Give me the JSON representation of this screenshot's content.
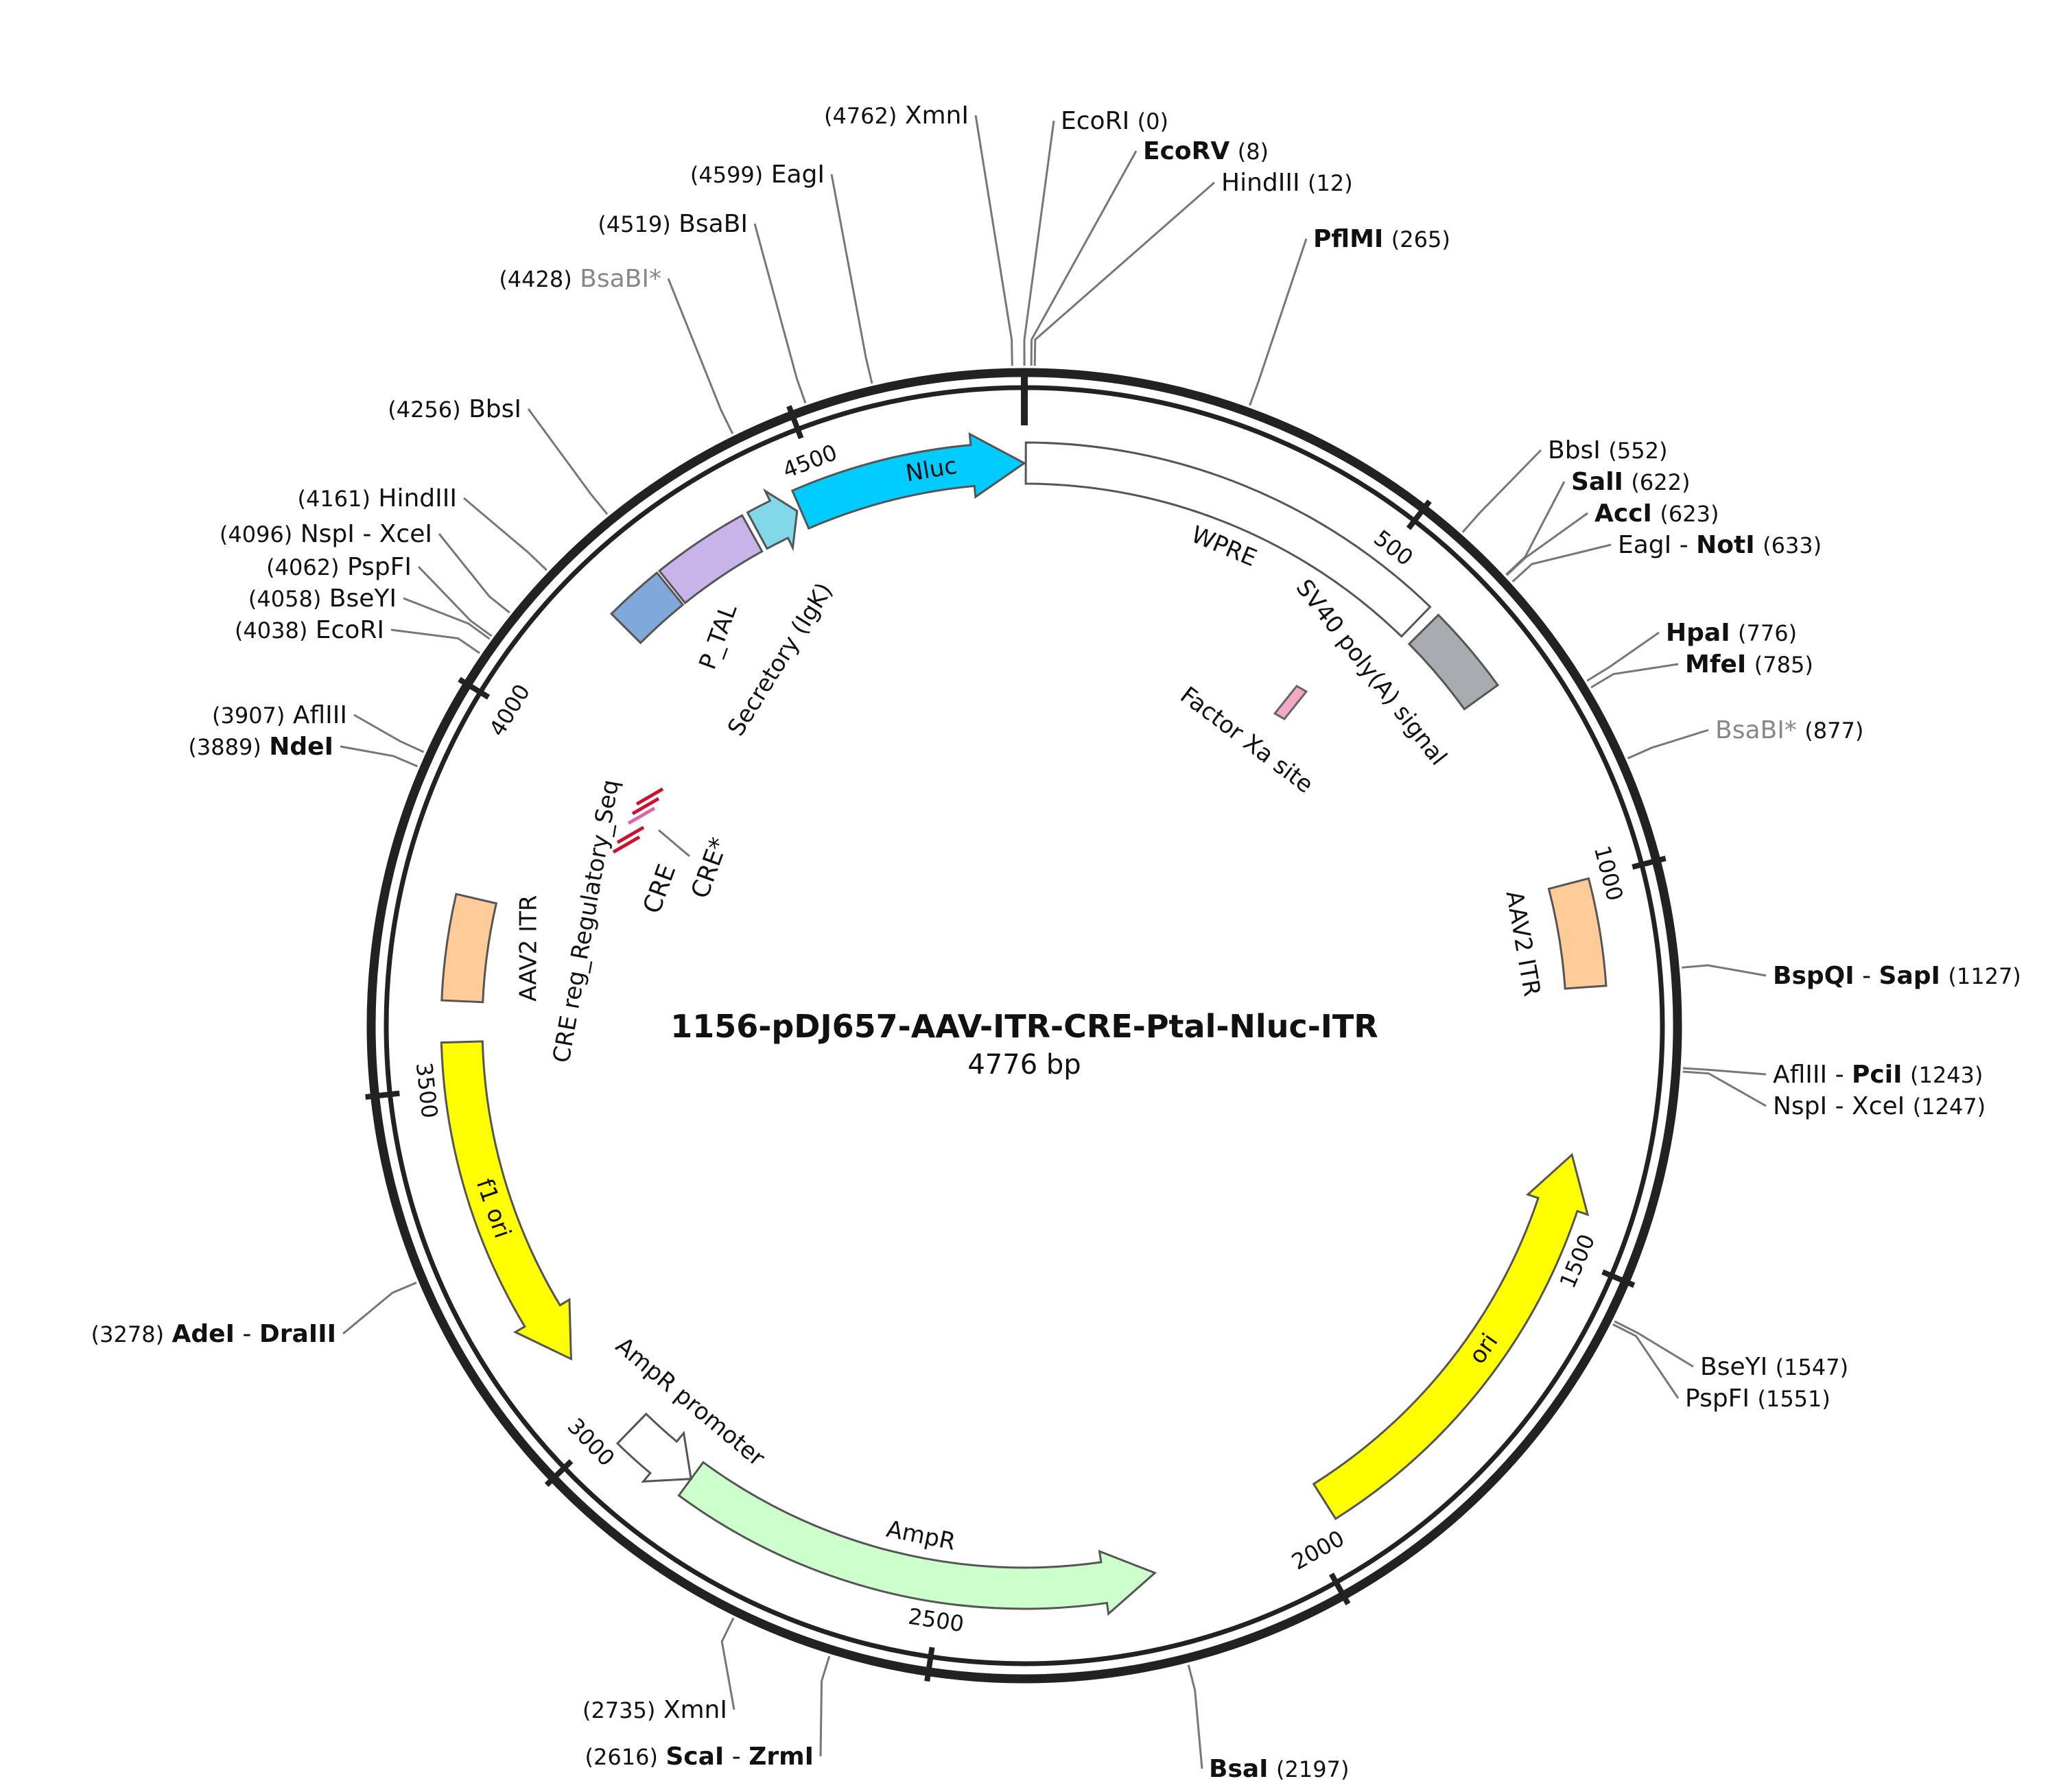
{
  "plasmid": {
    "name": "1156-pDJ657-AAV-ITR-CRE-Ptal-Nluc-ITR",
    "length_label": "4776 bp",
    "total_bp": 4776,
    "tick_marks": [
      {
        "bp": 500,
        "label": "500"
      },
      {
        "bp": 1000,
        "label": "1000"
      },
      {
        "bp": 1500,
        "label": "1500"
      },
      {
        "bp": 2000,
        "label": "2000"
      },
      {
        "bp": 2500,
        "label": "2500"
      },
      {
        "bp": 3000,
        "label": "3000"
      },
      {
        "bp": 3500,
        "label": "3500"
      },
      {
        "bp": 4000,
        "label": "4000"
      },
      {
        "bp": 4500,
        "label": "4500"
      }
    ]
  },
  "features": [
    {
      "id": "nluc",
      "label": "Nluc",
      "start": 4465,
      "end": 4776,
      "type": "arrow",
      "dir": 1,
      "color": "#00ccff"
    },
    {
      "id": "secretory",
      "label": "Secretory (IgK)",
      "start": 4400,
      "end": 4460,
      "type": "arrow",
      "dir": 1,
      "color": "#80d8e8"
    },
    {
      "id": "ptal",
      "label": "P_TAL",
      "start": 4262,
      "end": 4392,
      "type": "box",
      "dir": 1,
      "color": "#c8b4e8"
    },
    {
      "id": "cre-reg",
      "label": "CRE reg_Regulatory_Seq",
      "start": 4178,
      "end": 4258,
      "type": "box",
      "dir": 1,
      "color": "#80a8d8"
    },
    {
      "id": "wpre",
      "label": "WPRE",
      "start": 2,
      "end": 585,
      "type": "box",
      "dir": 1,
      "color": "#ffffff"
    },
    {
      "id": "sv40",
      "label": "SV40 poly(A) signal",
      "start": 600,
      "end": 720,
      "type": "box",
      "dir": 1,
      "color": "#a8acb0"
    },
    {
      "id": "aav2-right",
      "label": "AAV2 ITR",
      "start": 1000,
      "end": 1142,
      "type": "box",
      "dir": 1,
      "color": "#ffcc99"
    },
    {
      "id": "ori",
      "label": "ori",
      "start": 1370,
      "end": 1960,
      "type": "arrow",
      "dir": -1,
      "color": "#ffff00"
    },
    {
      "id": "ampr",
      "label": "AmpR",
      "start": 2210,
      "end": 2870,
      "type": "arrow",
      "dir": -1,
      "color": "#ccffcc"
    },
    {
      "id": "ampr-promoter",
      "label": "AmpR promoter",
      "start": 2870,
      "end": 2975,
      "type": "arrow",
      "dir": -1,
      "color": "#ffffff"
    },
    {
      "id": "f1-ori",
      "label": "f1 ori",
      "start": 3100,
      "end": 3560,
      "type": "arrow",
      "dir": -1,
      "color": "#ffff00"
    },
    {
      "id": "aav2-left",
      "label": "AAV2 ITR",
      "start": 3615,
      "end": 3755,
      "type": "box",
      "dir": 1,
      "color": "#ffcc99"
    }
  ],
  "small_features": [
    {
      "id": "factor-xa",
      "label": "Factor Xa site"
    },
    {
      "id": "cre-star",
      "label": "CRE*"
    },
    {
      "id": "cre",
      "label": "CRE"
    }
  ],
  "sites": [
    {
      "id": "ecori-0",
      "enzyme": "EcoRI",
      "pos_label": "(0)",
      "bold": false,
      "gray": false
    },
    {
      "id": "ecorv-8",
      "enzyme": "EcoRV",
      "pos_label": "(8)",
      "bold": true,
      "gray": false
    },
    {
      "id": "hindiii-12",
      "enzyme": "HindIII",
      "pos_label": "(12)",
      "bold": false,
      "gray": false
    },
    {
      "id": "pflmi-265",
      "enzyme": "PflMI",
      "pos_label": "(265)",
      "bold": true,
      "gray": false
    },
    {
      "id": "bbsi-552",
      "enzyme": "BbsI",
      "pos_label": "(552)",
      "bold": false,
      "gray": false
    },
    {
      "id": "sali-622",
      "enzyme": "SalI",
      "pos_label": "(622)",
      "bold": true,
      "gray": false
    },
    {
      "id": "acci-623",
      "enzyme": "AccI",
      "pos_label": "(623)",
      "bold": true,
      "gray": false
    },
    {
      "id": "eagi-noti-633",
      "enzyme": "EagI",
      "enzyme2": "NotI",
      "pos_label": "(633)",
      "bold": false,
      "bold2": true
    },
    {
      "id": "hpai-776",
      "enzyme": "HpaI",
      "pos_label": "(776)",
      "bold": true,
      "gray": false
    },
    {
      "id": "mfei-785",
      "enzyme": "MfeI",
      "pos_label": "(785)",
      "bold": true,
      "gray": false
    },
    {
      "id": "bsabi-877",
      "enzyme": "BsaBI*",
      "pos_label": "(877)",
      "bold": false,
      "gray": true
    },
    {
      "id": "bspqi-sapi-1127",
      "enzyme": "BspQI",
      "enzyme2": "SapI",
      "pos_label": "(1127)",
      "bold": true,
      "bold2": true
    },
    {
      "id": "afliii-pcii-1243",
      "enzyme": "AflIII",
      "enzyme2": "PciI",
      "pos_label": "(1243)",
      "bold": false,
      "bold2": true
    },
    {
      "id": "nspi-xcei-1247",
      "enzyme": "NspI",
      "enzyme2": "XceI",
      "pos_label": "(1247)",
      "bold": false,
      "bold2": false
    },
    {
      "id": "bseyi-1547",
      "enzyme": "BseYI",
      "pos_label": "(1547)",
      "bold": false,
      "gray": false
    },
    {
      "id": "pspfi-1551",
      "enzyme": "PspFI",
      "pos_label": "(1551)",
      "bold": false,
      "gray": false
    },
    {
      "id": "bsai-2197",
      "enzyme": "BsaI",
      "pos_label": "(2197)",
      "bold": true,
      "gray": false
    },
    {
      "id": "scai-zrmi-2616",
      "enzyme": "ScaI",
      "enzyme2": "ZrmI",
      "pos_label": "(2616)",
      "bold": true,
      "bold2": true
    },
    {
      "id": "xmni-2735",
      "enzyme": "XmnI",
      "pos_label": "(2735)",
      "bold": false,
      "gray": false
    },
    {
      "id": "adei-draiii-3278",
      "enzyme": "AdeI",
      "enzyme2": "DraIII",
      "pos_label": "(3278)",
      "bold": true,
      "bold2": true
    },
    {
      "id": "ndei-3889",
      "enzyme": "NdeI",
      "pos_label": "(3889)",
      "bold": true,
      "gray": false
    },
    {
      "id": "afliii-3907",
      "enzyme": "AflIII",
      "pos_label": "(3907)",
      "bold": false,
      "gray": false
    },
    {
      "id": "ecori-4038",
      "enzyme": "EcoRI",
      "pos_label": "(4038)",
      "bold": false,
      "gray": false
    },
    {
      "id": "bseyi-4058",
      "enzyme": "BseYI",
      "pos_label": "(4058)",
      "bold": false,
      "gray": false
    },
    {
      "id": "pspfi-4062",
      "enzyme": "PspFI",
      "pos_label": "(4062)",
      "bold": false,
      "gray": false
    },
    {
      "id": "nspi-xcei-4096",
      "enzyme": "NspI",
      "enzyme2": "XceI",
      "pos_label": "(4096)",
      "bold": false,
      "bold2": false
    },
    {
      "id": "hindiii-4161",
      "enzyme": "HindIII",
      "pos_label": "(4161)",
      "bold": false,
      "gray": false
    },
    {
      "id": "bbsi-4256",
      "enzyme": "BbsI",
      "pos_label": "(4256)",
      "bold": false,
      "gray": false
    },
    {
      "id": "bsabi-4428",
      "enzyme": "BsaBI*",
      "pos_label": "(4428)",
      "bold": false,
      "gray": true
    },
    {
      "id": "bsabi-4519",
      "enzyme": "BsaBI",
      "pos_label": "(4519)",
      "bold": false,
      "gray": false
    },
    {
      "id": "eagi-4599",
      "enzyme": "EagI",
      "pos_label": "(4599)",
      "bold": false,
      "gray": false
    },
    {
      "id": "xmni-4762",
      "enzyme": "XmnI",
      "pos_label": "(4762)",
      "bold": false,
      "gray": false
    }
  ],
  "colors": {
    "backbone": "#222222",
    "leader_line": "#777777",
    "gray_label": "#888888",
    "cre_mark": "#cc1133",
    "factor_xa": "#f4a8c8"
  }
}
